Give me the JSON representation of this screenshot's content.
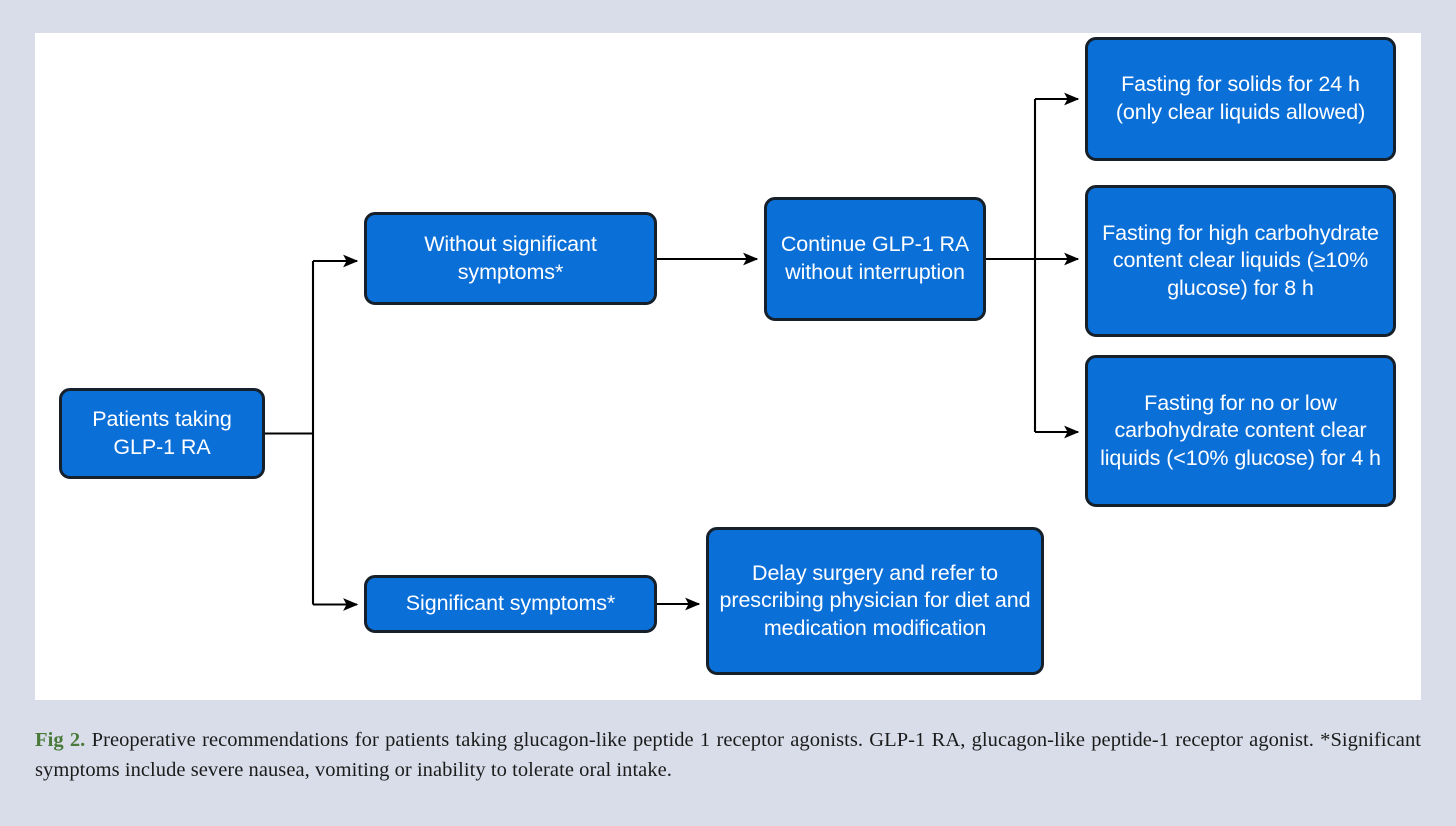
{
  "figure": {
    "nodes": {
      "start": "Patients taking GLP-1 RA",
      "without_symptoms": "Without significant symptoms*",
      "significant_symptoms": "Significant symptoms*",
      "continue_glp1": "Continue GLP-1 RA without interruption",
      "delay_surgery": "Delay surgery and refer to prescribing physician for diet and medication modification",
      "fasting_solids": "Fasting for solids for 24 h (only clear liquids allowed)",
      "fasting_high_carb": "Fasting for high carbohydrate content clear liquids (≥10% glucose) for 8 h",
      "fasting_low_carb": "Fasting for no or low carbohydrate content clear liquids (<10% glucose) for 4 h"
    },
    "colors": {
      "node_fill": "#0b6fd8",
      "node_border": "#16202b",
      "node_text": "#ffffff",
      "connector": "#000000",
      "page_background": "#d8dde9",
      "panel_background": "#ffffff",
      "figure_label": "#4a7a3a"
    }
  },
  "caption": {
    "label": "Fig 2.",
    "text": " Preoperative recommendations for patients taking glucagon-like peptide 1 receptor agonists. GLP-1 RA, glucagon-like peptide-1 receptor agonist. *Significant symptoms include severe nausea, vomiting or inability to tolerate oral intake."
  }
}
